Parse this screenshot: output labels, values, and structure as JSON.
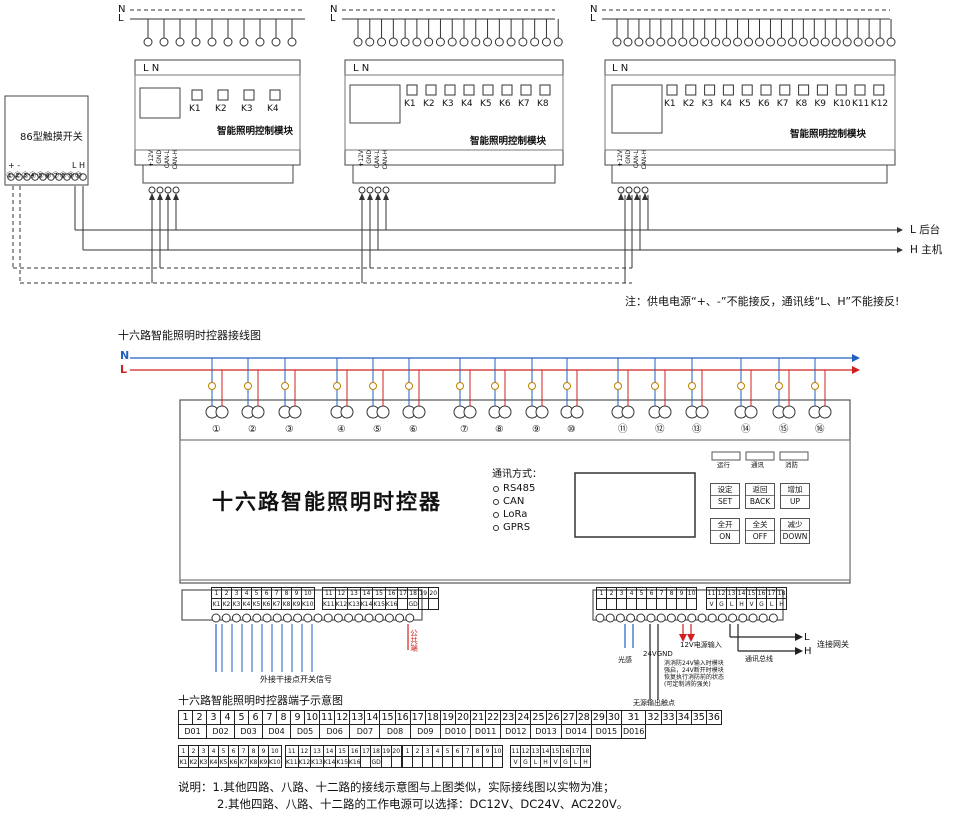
{
  "top": {
    "nl_labels": [
      "N",
      "L"
    ],
    "switch86": {
      "title": "86型触摸开关",
      "terminals": "①②③④⑤⑥⑦⑧⑨⑩",
      "lh": "L  H",
      "pm": "+ -"
    },
    "modules": [
      {
        "title": "智能照明控制模块",
        "ln": "L  N",
        "relays": [
          "K1",
          "K2",
          "K3",
          "K4"
        ],
        "bus_terms": [
          "+12V",
          "GND",
          "CAN-L",
          "CAN-H"
        ]
      },
      {
        "title": "智能照明控制模块",
        "ln": "L  N",
        "relays": [
          "K1",
          "K2",
          "K3",
          "K4",
          "K5",
          "K6",
          "K7",
          "K8"
        ],
        "bus_terms": [
          "+12V",
          "GND",
          "CAN-L",
          "CAN-H"
        ]
      },
      {
        "title": "智能照明控制模块",
        "ln": "L  N",
        "relays": [
          "K1",
          "K2",
          "K3",
          "K4",
          "K5",
          "K6",
          "K7",
          "K8",
          "K9",
          "K10",
          "K11",
          "K12"
        ],
        "bus_terms": [
          "+12V",
          "GND",
          "CAN-L",
          "CAN-H"
        ]
      }
    ],
    "line_labels": {
      "l": "L 后台",
      "h": "H 主机"
    },
    "note": "注：供电电源“+、-”不能接反，通讯线“L、H”不能接反!"
  },
  "section_title": "十六路智能照明时控器接线图",
  "ctrl": {
    "nl": [
      "N",
      "L"
    ],
    "title": "十六路智能照明时控器",
    "comm_title": "通讯方式：",
    "comm": [
      "RS485",
      "CAN",
      "LoRa",
      "GPRS"
    ],
    "leds": [
      "运行",
      "通讯",
      "消防"
    ],
    "buttons": [
      [
        "设定",
        "SET"
      ],
      [
        "返回",
        "BACK"
      ],
      [
        "增加",
        "UP"
      ],
      [
        "全开",
        "ON"
      ],
      [
        "全关",
        "OFF"
      ],
      [
        "减少",
        "DOWN"
      ]
    ],
    "circled": [
      "①",
      "②",
      "③",
      "④",
      "⑤",
      "⑥",
      "⑦",
      "⑧",
      "⑨",
      "⑩",
      "⑪",
      "⑫",
      "⑬",
      "⑭",
      "⑮",
      "⑯"
    ],
    "term_nums_a": [
      "1",
      "2",
      "3",
      "4",
      "5",
      "6",
      "7",
      "8",
      "9",
      "10"
    ],
    "term_k_a": [
      "K1",
      "K2",
      "K3",
      "K4",
      "K5",
      "K6",
      "K7",
      "K8",
      "K9",
      "K10"
    ],
    "term_nums_b": [
      "11",
      "12",
      "13",
      "14",
      "15",
      "16",
      "17",
      "18",
      "19",
      "20"
    ],
    "term_k_b": [
      "K11",
      "K12",
      "K13",
      "K14",
      "K15",
      "K16",
      "",
      "GD",
      "",
      ""
    ],
    "term_nums_c": [
      "1",
      "2",
      "3",
      "4",
      "5",
      "6",
      "7",
      "8",
      "9",
      "10"
    ],
    "term_nums_d": [
      "11",
      "12",
      "13",
      "14",
      "15",
      "16",
      "17",
      "18"
    ],
    "term_vglh": [
      "V",
      "G",
      "L",
      "H",
      "V",
      "G",
      "L",
      "H"
    ],
    "labels": {
      "ext_switch": "外接干接点开关信号",
      "common": "公共端",
      "light_sensor": "光感",
      "power12": "12V电源输入",
      "vgnd": "24VGND",
      "fire_desc": "消消防24V输入时模块强启，24V断开时模块恢复执行消防前的状态(可定制消防强关)",
      "dry_out": "无源输出触点",
      "comm_bus": "通讯总线",
      "network": "连接网关",
      "L": "L",
      "H": "H"
    }
  },
  "terminal_title": "十六路智能照明时控器端子示意图",
  "term_row1": [
    "1",
    "2",
    "3",
    "4",
    "5",
    "6",
    "7",
    "8",
    "9",
    "10",
    "11",
    "12",
    "13",
    "14",
    "15",
    "16",
    "17",
    "18",
    "19",
    "20",
    "21",
    "22",
    "23",
    "24",
    "25",
    "26",
    "27",
    "28",
    "29",
    "30",
    "31",
    "32",
    "33",
    "34",
    "35",
    "36"
  ],
  "term_row2": [
    "D01",
    "D02",
    "D03",
    "D04",
    "D05",
    "D06",
    "D07",
    "D08",
    "D09",
    "D010",
    "D011",
    "D012",
    "D013",
    "D014",
    "D015",
    "D016"
  ],
  "notes": [
    "说明：1.其他四路、八路、十二路的接线示意图与上图类似，实际接线图以实物为准；",
    "2.其他四路、八路、十二路的工作电源可以选择：DC12V、DC24V、AC220V。"
  ]
}
